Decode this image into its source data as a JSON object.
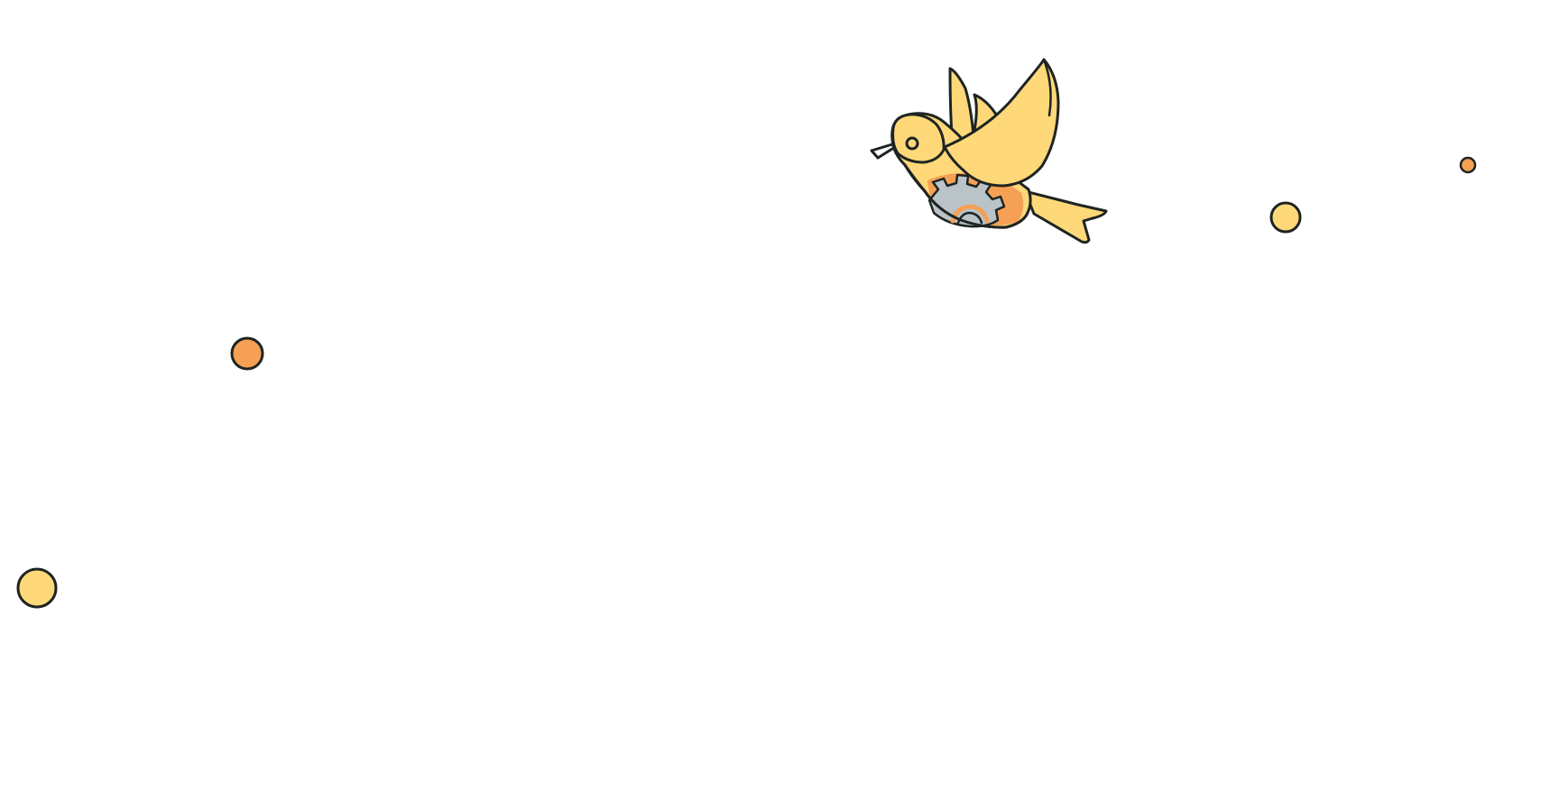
{
  "scene": {
    "background": "#ffffff",
    "colors": {
      "yellow": "#FFD879",
      "orange": "#F5A055",
      "gear_gray": "#B9C3C8",
      "outline": "#1E2422"
    },
    "illustration": {
      "subject": "flying-bird-with-gear-icon",
      "style": "hand-drawn"
    },
    "dots": [
      {
        "name": "orange-dot",
        "color": "orange"
      },
      {
        "name": "yellow-dot",
        "color": "yellow"
      },
      {
        "name": "yellow-dot",
        "color": "yellow"
      },
      {
        "name": "small-orange-dot",
        "color": "orange"
      }
    ]
  }
}
